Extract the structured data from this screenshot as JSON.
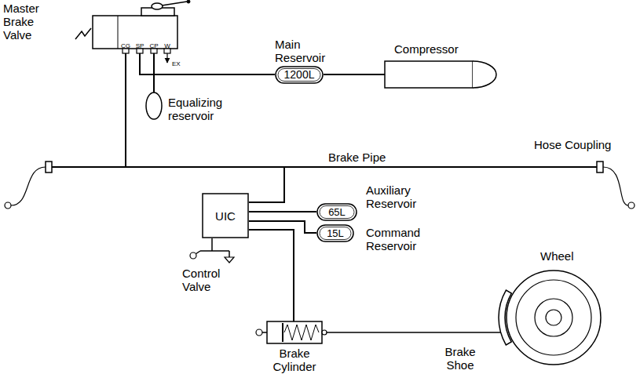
{
  "diagram": {
    "nodes": [
      {
        "text": [
          "1200L"
        ]
      },
      {
        "text": [
          "UIC"
        ]
      },
      {
        "text": [
          "65L"
        ]
      },
      {
        "text": [
          "15L"
        ]
      }
    ],
    "edges": [
      {
        "from": 1,
        "to": 2,
        "arrow": "none"
      },
      {
        "from": 1,
        "to": 3,
        "arrow": "none"
      }
    ],
    "labels": [
      "Master Brake Valve",
      "CG",
      "SP",
      "CP",
      "W",
      "EX",
      "Main Reservoir",
      "Compressor",
      "Equalizing reservoir",
      "Brake Pipe",
      "Hose Coupling",
      "Auxiliary Reservoir",
      "Command Reservoir",
      "Control Valve",
      "Brake Cylinder",
      "Wheel",
      "Brake Shoe"
    ]
  }
}
